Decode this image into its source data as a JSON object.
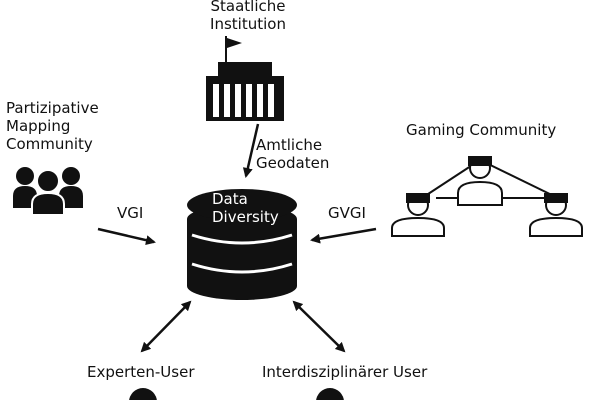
{
  "nodes": {
    "institution": {
      "line1": "Staatliche",
      "line2": "Institution",
      "icon": "government-building-icon"
    },
    "participatory": {
      "line1": "Partizipative",
      "line2": "Mapping",
      "line3": "Community",
      "icon": "group-of-people-icon"
    },
    "gaming": {
      "label": "Gaming Community",
      "icon": "vr-headset-users-icon"
    },
    "database": {
      "line1": "Data",
      "line2": "Diversity",
      "icon": "database-icon"
    },
    "expert": {
      "label": "Experten-User",
      "icon": "person-icon"
    },
    "interdisciplinary": {
      "label": "Interdisziplinärer User",
      "icon": "person-icon"
    }
  },
  "edges": {
    "official": {
      "line1": "Amtliche",
      "line2": "Geodaten"
    },
    "vgi": {
      "label": "VGI"
    },
    "gvgi": {
      "label": "GVGI"
    }
  },
  "colors": {
    "ink": "#111111",
    "background": "#ffffff"
  }
}
